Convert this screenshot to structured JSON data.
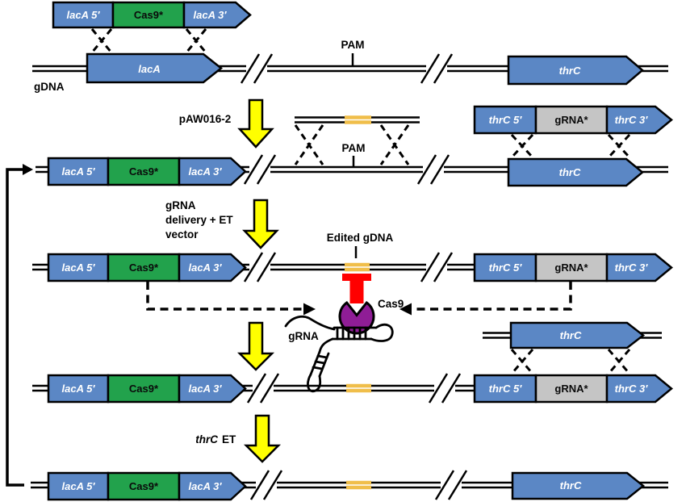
{
  "colors": {
    "blue": "#5B87C5",
    "green": "#22A24C",
    "gray": "#C5C5C5",
    "yellow": "#FFFF00",
    "gold": "#F0BE4A",
    "purple": "#8F1D96",
    "red": "#FF0000",
    "outline": "#000000"
  },
  "labels": {
    "gdna": "gDNA",
    "pam": "PAM",
    "edited_gdna": "Edited gDNA",
    "cas9_protein": "Cas9",
    "grna": "gRNA",
    "step1": "pAW016-2",
    "step2_line1": "gRNA",
    "step2_line2": "delivery  + ET",
    "step2_line3": "vector",
    "step4_gene": "thrC",
    "step4_suffix": "ET"
  },
  "cassettes": {
    "cas9": {
      "left": "lacA 5′",
      "mid": "Cas9*",
      "right": "lacA 3′"
    },
    "grna": {
      "left": "thrC 5′",
      "mid": "gRNA*",
      "right": "thrC 3′"
    }
  },
  "genes": {
    "laca": "lacA",
    "thrc": "thrC"
  }
}
